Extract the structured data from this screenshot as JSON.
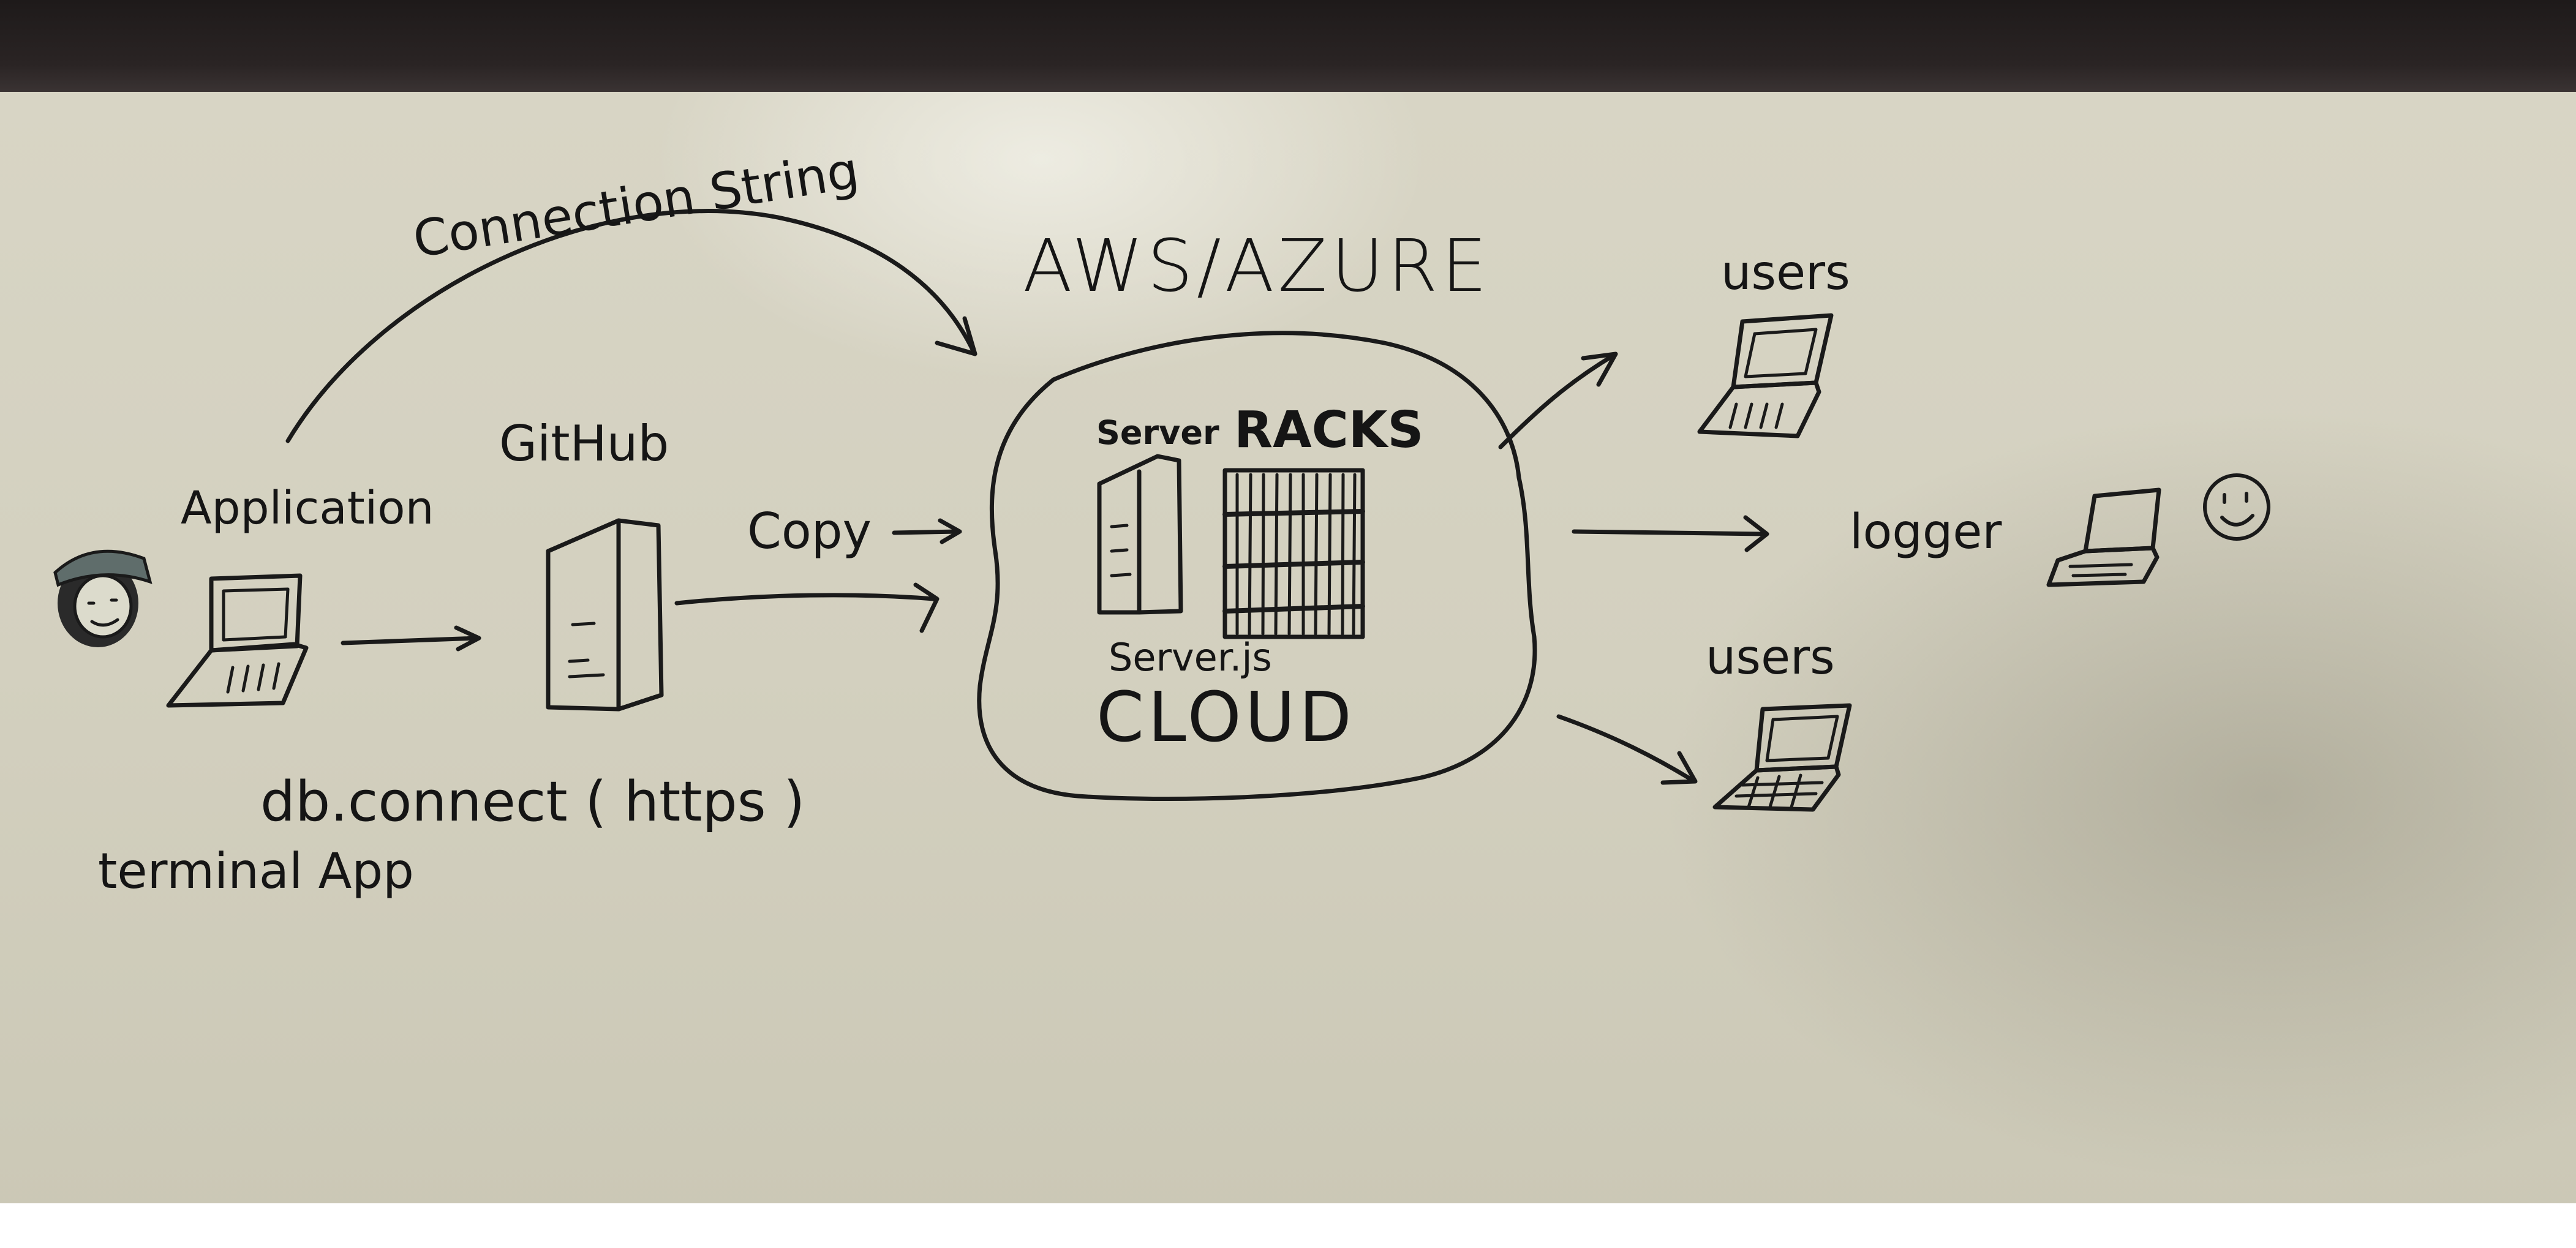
{
  "labels": {
    "connection_string": "Connection String",
    "aws_azure": "AWS/AZURE",
    "application": "Application",
    "github": "GitHub",
    "copy": "Copy",
    "server": "Server",
    "racks": "RACKS",
    "server_js": "Server.js",
    "cloud": "CLOUD",
    "db_connect": "db.connect ( https )",
    "terminal_app": "terminal App",
    "users_top": "users",
    "logger": "logger",
    "users_bottom": "users"
  },
  "colors": {
    "ink": "#1a1a1a",
    "board": "#d6d3c2",
    "frame": "#241f1f"
  }
}
